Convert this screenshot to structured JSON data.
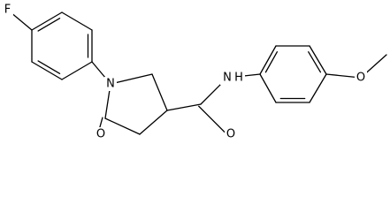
{
  "molecule": {
    "atoms": {
      "fluorine": "F",
      "pyrrolidine_nitrogen": "N",
      "lactam_oxygen": "O",
      "amide_nitrogen": "N",
      "amide_hydrogen": "H",
      "amide_oxygen": "O",
      "methoxy_oxygen": "O"
    },
    "colors": {
      "bond": "#000000",
      "label": "#000000",
      "background": "#ffffff"
    }
  }
}
